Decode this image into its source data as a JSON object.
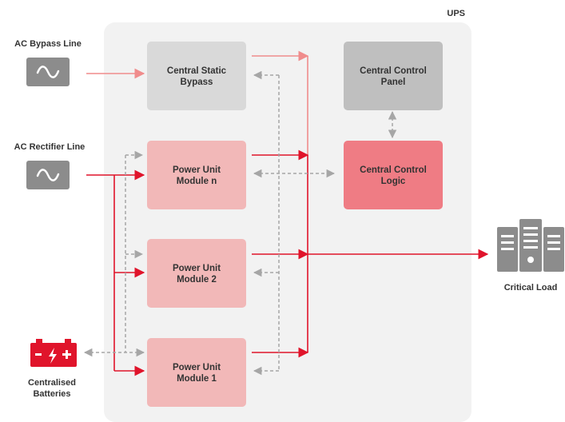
{
  "ups_label": "UPS",
  "sources": {
    "bypass": {
      "label": "AC Bypass Line",
      "icon": "ac-sine-icon"
    },
    "rectifier": {
      "label": "AC Rectifier Line",
      "icon": "ac-sine-icon"
    },
    "batteries": {
      "label_line1": "Centralised",
      "label_line2": "Batteries",
      "icon": "battery-icon"
    }
  },
  "blocks": {
    "static_bypass": {
      "line1": "Central Static",
      "line2": "Bypass"
    },
    "control_panel": {
      "line1": "Central Control",
      "line2": "Panel"
    },
    "control_logic": {
      "line1": "Central Control",
      "line2": "Logic"
    },
    "module_n": {
      "line1": "Power Unit",
      "line2": "Module n"
    },
    "module_2": {
      "line1": "Power Unit",
      "line2": "Module 2"
    },
    "module_1": {
      "line1": "Power Unit",
      "line2": "Module 1"
    }
  },
  "load": {
    "label": "Critical Load",
    "icon": "server-rack-icon"
  },
  "colors": {
    "power_line": "#e0142b",
    "bypass_line": "#f08c8c",
    "signal_line": "#a6a6a6",
    "ups_background": "#f2f2f2",
    "grey_block": "#d9d9d9",
    "module_block": "#f2b8b8",
    "logic_block": "#ef7c84",
    "icon_grey": "#8c8c8c",
    "battery_red": "#e0142b"
  }
}
